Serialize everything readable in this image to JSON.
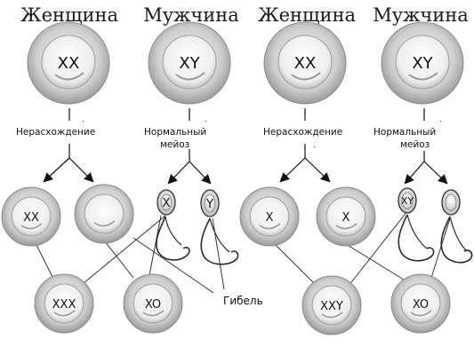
{
  "titles": {
    "female_left": "Женщина",
    "male_left": "Мужчина",
    "female_right": "Женщина",
    "male_right": "Мужчина"
  },
  "parents": {
    "left_female": "XX",
    "left_male": "XY",
    "right_female": "XX",
    "right_male": "XY"
  },
  "process_labels": {
    "left_nondisjunction": "Нерасхождение",
    "left_normal_line1": "Нормальный",
    "left_normal_line2": "мейоз",
    "right_nondisjunction": "Нерасхождение",
    "right_normal_line1": "Нормальный",
    "right_normal_line2": "мейоз"
  },
  "gametes": {
    "left_egg_1": "XX",
    "left_egg_2": "",
    "left_sperm_1": "X",
    "left_sperm_2": "Y",
    "right_egg_1": "X",
    "right_egg_2": "X",
    "right_sperm_1": "XY",
    "right_sperm_2": ""
  },
  "zygotes": {
    "left_1": "XXX",
    "left_2": "XO",
    "right_1": "XXY",
    "right_2": "XO"
  },
  "death_label": "Гибель"
}
